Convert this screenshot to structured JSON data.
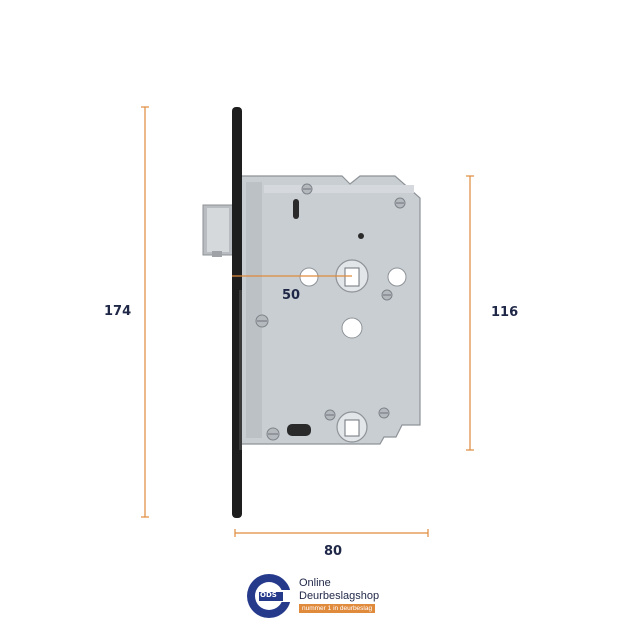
{
  "dimensions": {
    "height_total": "174",
    "width_backset_marker": "50",
    "height_body": "116",
    "width_body": "80"
  },
  "logo": {
    "emblem_text": "ODS",
    "name_line_1": "Online",
    "name_line_2": "Deurbeslagshop",
    "tagline": "nummer 1 in deurbeslag"
  },
  "colors": {
    "dimension_line": "#e08a3c",
    "label_text": "#1f2747",
    "lock_body": "#c9ced3",
    "faceplate": "#1e1e1e",
    "brand_blue": "#263a8c",
    "brand_orange": "#e08a3c"
  }
}
